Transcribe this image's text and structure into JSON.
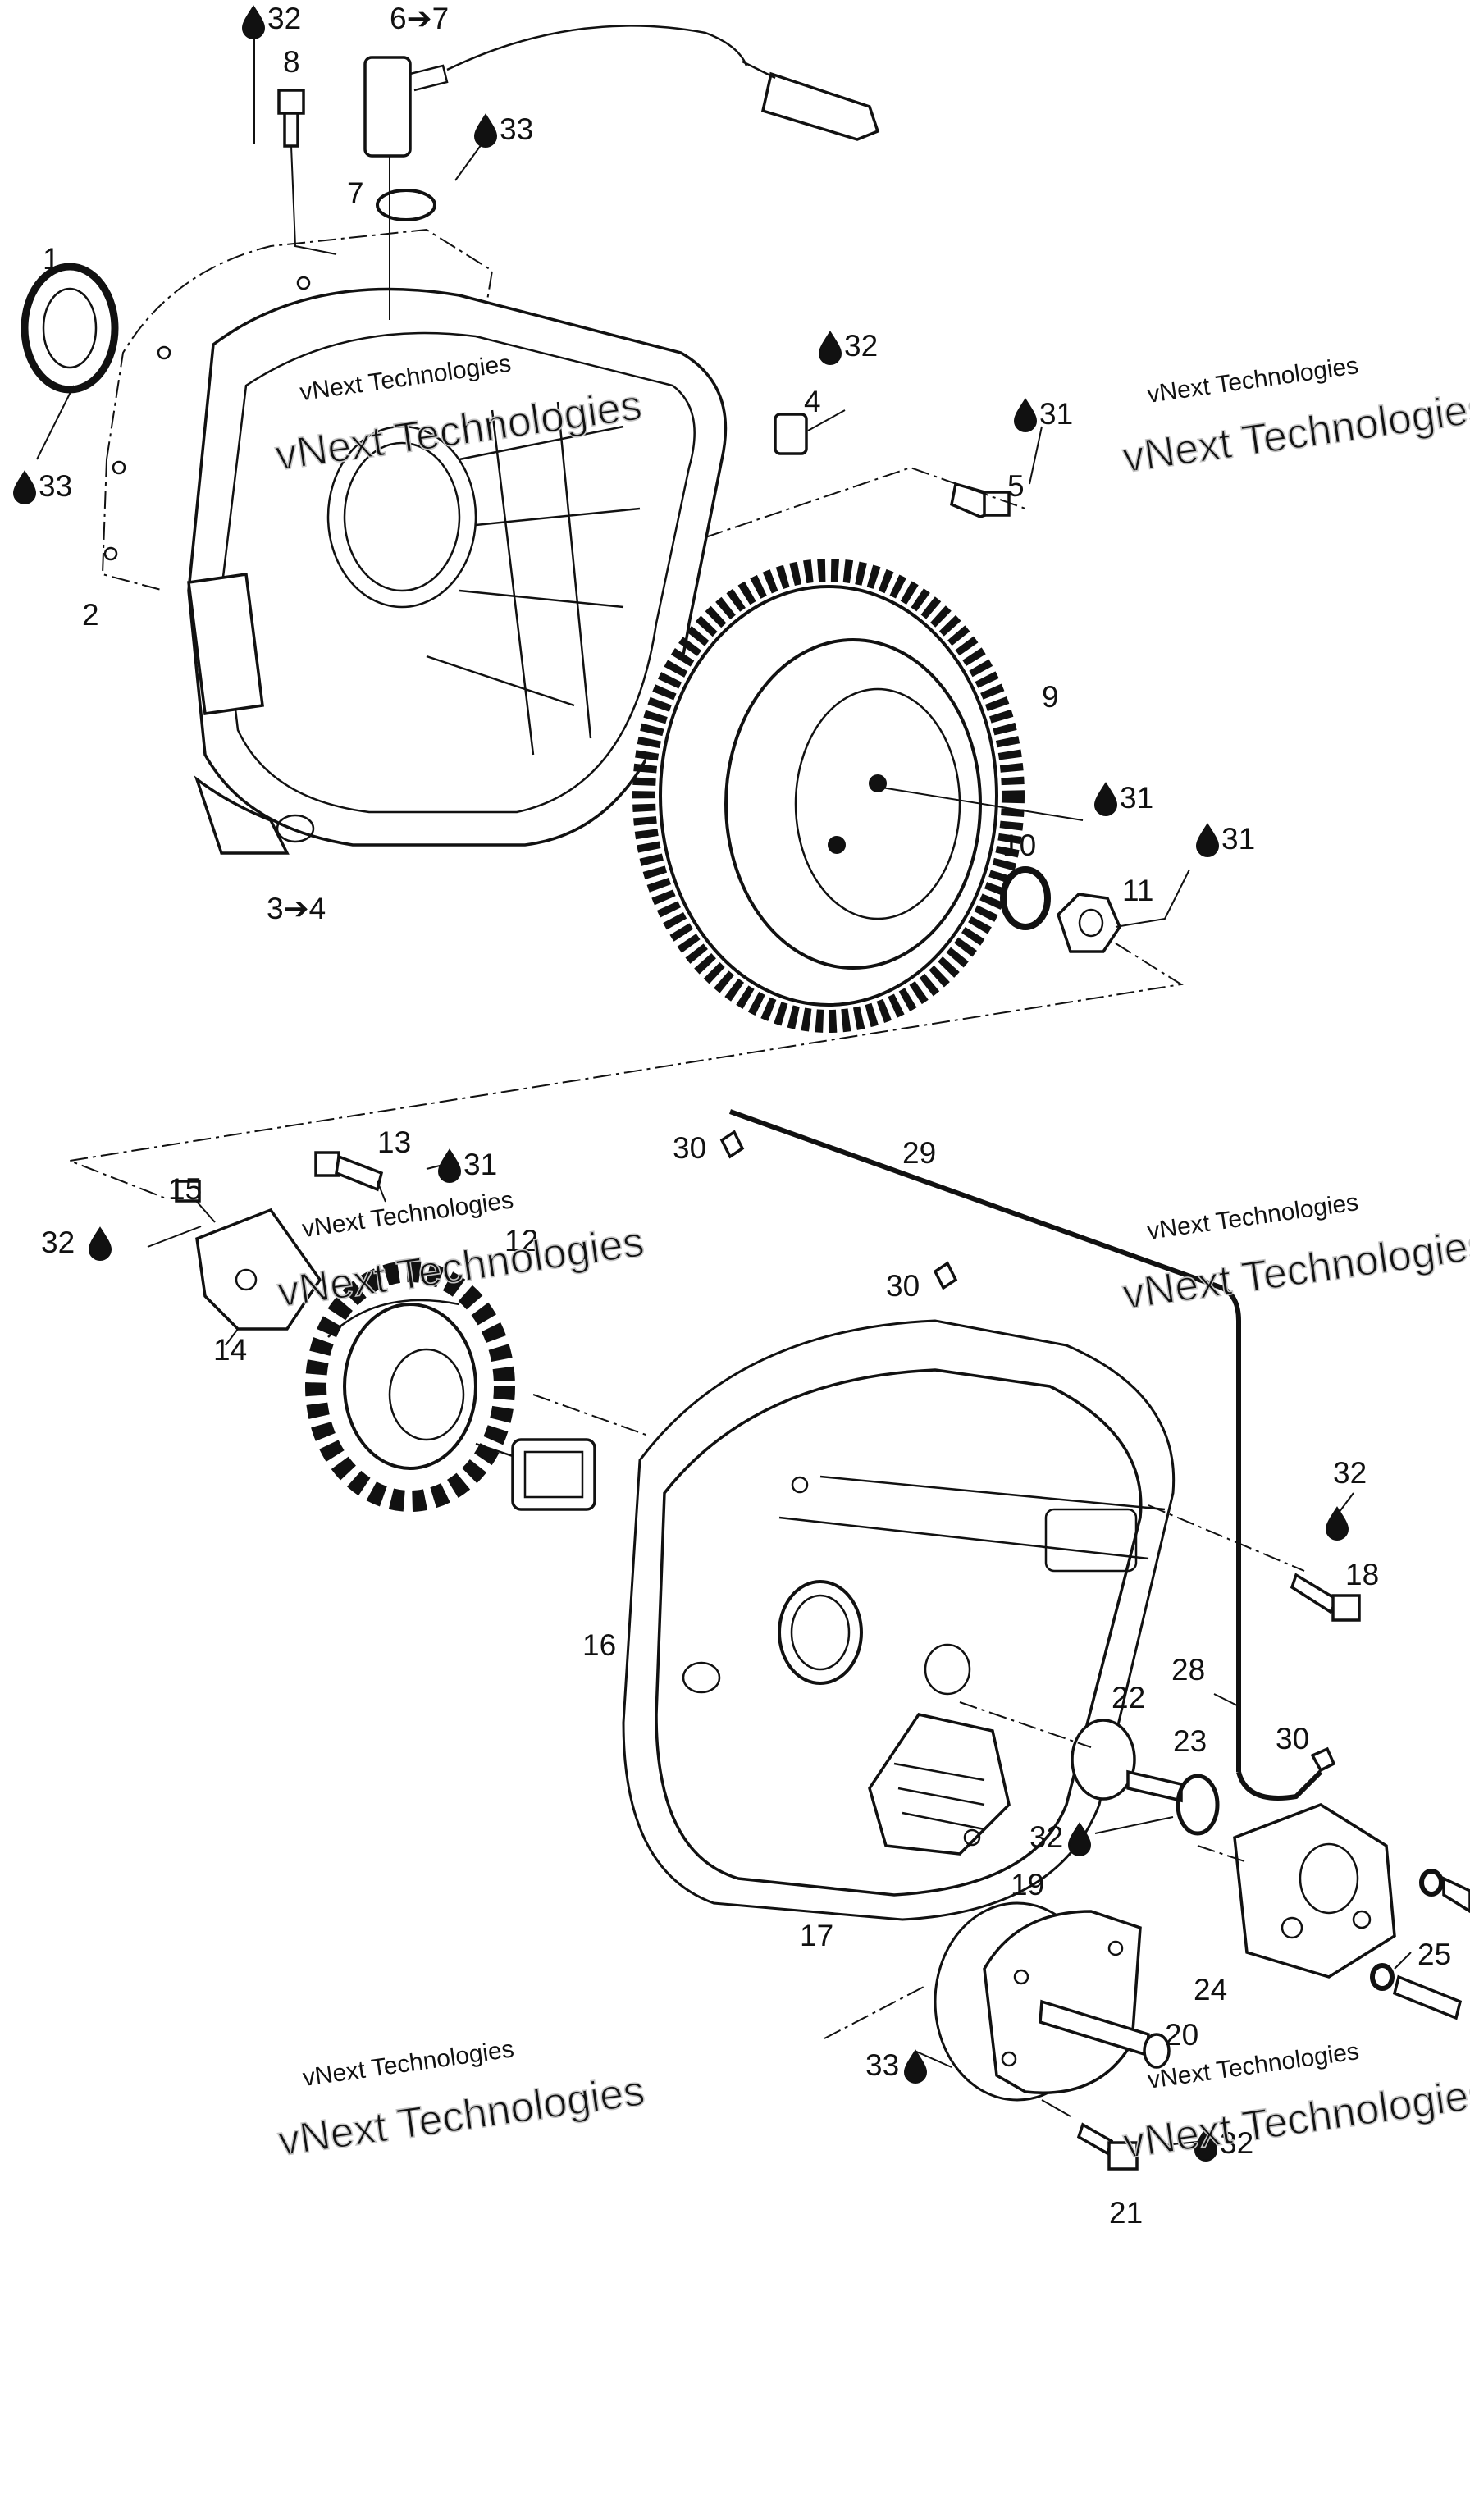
{
  "callouts": [
    {
      "id": "l1",
      "text": "1"
    },
    {
      "id": "l2",
      "text": "2"
    },
    {
      "id": "l3",
      "text": "3➔4"
    },
    {
      "id": "l4",
      "text": "4"
    },
    {
      "id": "l5",
      "text": "5"
    },
    {
      "id": "l6",
      "text": "6➔7"
    },
    {
      "id": "l7",
      "text": "7"
    },
    {
      "id": "l8",
      "text": "8"
    },
    {
      "id": "l9",
      "text": "9"
    },
    {
      "id": "l10",
      "text": "10"
    },
    {
      "id": "l11",
      "text": "11"
    },
    {
      "id": "l12",
      "text": "12"
    },
    {
      "id": "l13",
      "text": "13"
    },
    {
      "id": "l14",
      "text": "14"
    },
    {
      "id": "l15",
      "text": "15"
    },
    {
      "id": "l16",
      "text": "16"
    },
    {
      "id": "l17",
      "text": "17"
    },
    {
      "id": "l18",
      "text": "18"
    },
    {
      "id": "l19",
      "text": "19"
    },
    {
      "id": "l20",
      "text": "20"
    },
    {
      "id": "l21",
      "text": "21"
    },
    {
      "id": "l22",
      "text": "22"
    },
    {
      "id": "l23",
      "text": "23"
    },
    {
      "id": "l24",
      "text": "24"
    },
    {
      "id": "l25",
      "text": "25"
    },
    {
      "id": "l28",
      "text": "28"
    },
    {
      "id": "l29",
      "text": "29"
    },
    {
      "id": "l30a",
      "text": "30"
    },
    {
      "id": "l30b",
      "text": "30"
    },
    {
      "id": "l30c",
      "text": "30"
    }
  ],
  "lubricants": [
    {
      "id": "d32a",
      "text": "32"
    },
    {
      "id": "d33a",
      "text": "33"
    },
    {
      "id": "d33b",
      "text": "33"
    },
    {
      "id": "d32b",
      "text": "32"
    },
    {
      "id": "d31a",
      "text": "31"
    },
    {
      "id": "d31b",
      "text": "31"
    },
    {
      "id": "d31c",
      "text": "31"
    },
    {
      "id": "d31d",
      "text": "31"
    },
    {
      "id": "d32c",
      "text": "32"
    },
    {
      "id": "d32d",
      "text": "32"
    },
    {
      "id": "d32e",
      "text": "32"
    },
    {
      "id": "d33c",
      "text": "33"
    },
    {
      "id": "d32f",
      "text": "32"
    }
  ],
  "watermark": {
    "line1": "vNext Technologies",
    "line2": "vNext Technologies"
  }
}
